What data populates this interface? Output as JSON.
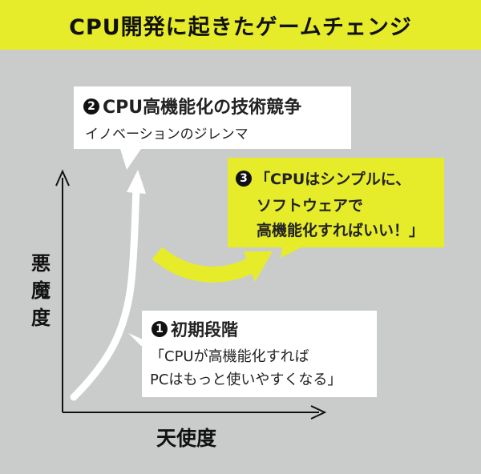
{
  "title": "CPU開発に起きたゲームチェンジ",
  "colors": {
    "accent": "#e6ec2a",
    "background": "#c9ccca",
    "box": "#ffffff",
    "text": "#111111"
  },
  "stage2": {
    "number": "2",
    "title": "CPU高機能化の技術競争",
    "subtitle": "イノベーションのジレンマ"
  },
  "stage3": {
    "number": "3",
    "lines": [
      "「CPUはシンプルに、",
      "ソフトウェアで",
      "高機能化すればいい！」"
    ]
  },
  "stage1": {
    "number": "1",
    "title": "初期段階",
    "lines": [
      "「CPUが高機能化すれば",
      "PCはもっと使いやすくなる」"
    ]
  },
  "axis": {
    "y_label_chars": [
      "悪",
      "魔",
      "度"
    ],
    "x_label": "天使度"
  }
}
